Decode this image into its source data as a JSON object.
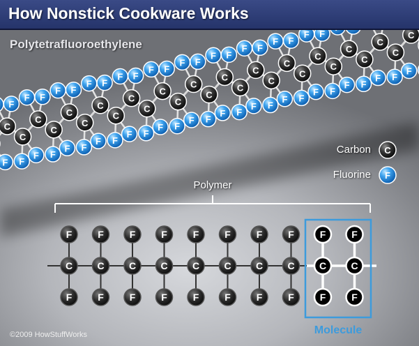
{
  "title": "How Nonstick Cookware Works",
  "subtitle": "Polytetrafluoroethylene",
  "legend": {
    "carbon_label": "Carbon",
    "carbon_symbol": "C",
    "fluorine_label": "Fluorine",
    "fluorine_symbol": "F"
  },
  "structure": {
    "polymer_label": "Polymer",
    "molecule_label": "Molecule",
    "carbon_symbol": "C",
    "fluorine_symbol": "F",
    "repeat_units": 10
  },
  "copyright": "©2009 HowStuffWorks",
  "colors": {
    "title_bar": "#2d3c78",
    "carbon": "#2b2b2b",
    "fluorine": "#2a8fe0",
    "molecule_highlight": "#3d9bdc"
  }
}
